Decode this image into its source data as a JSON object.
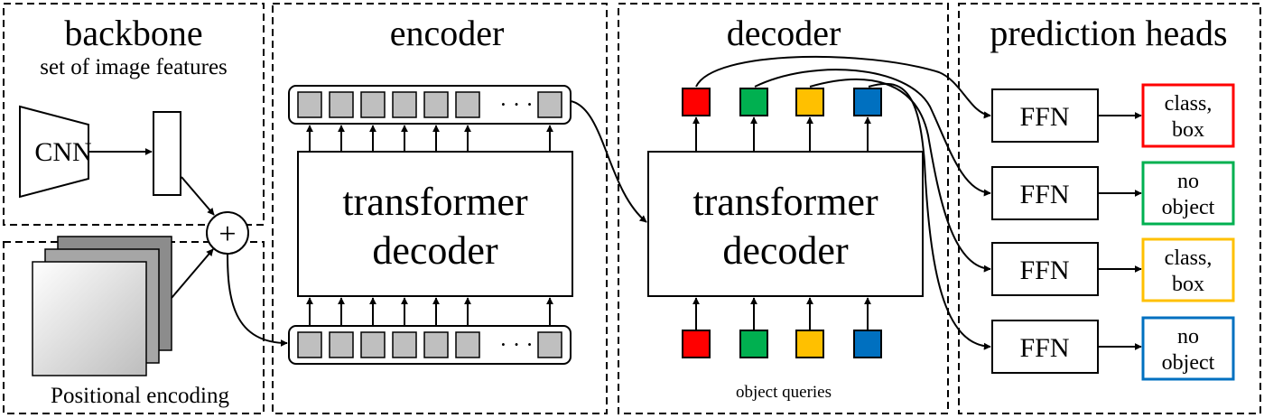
{
  "backbone": {
    "title": "backbone",
    "subtitle": "set of image features",
    "cnn_label": "CNN",
    "positional_label": "Positional encoding",
    "plus_symbol": "+"
  },
  "encoder": {
    "title": "encoder",
    "block_line1": "transformer",
    "block_line2": "decoder",
    "ellipsis": "· · ·"
  },
  "decoder": {
    "title": "decoder",
    "block_line1": "transformer",
    "block_line2": "decoder",
    "queries_label": "object queries"
  },
  "heads": {
    "title": "prediction heads",
    "ffn_label": "FFN",
    "outputs": [
      {
        "line1": "class,",
        "line2": "box",
        "color": "#ff0000"
      },
      {
        "line1": "no",
        "line2": "object",
        "color": "#00b050"
      },
      {
        "line1": "class,",
        "line2": "box",
        "color": "#ffc000"
      },
      {
        "line1": "no",
        "line2": "object",
        "color": "#0070c0"
      }
    ]
  },
  "query_colors": [
    "#ff0000",
    "#00b050",
    "#ffc000",
    "#0070c0"
  ],
  "token_color": "#bfbfbf"
}
